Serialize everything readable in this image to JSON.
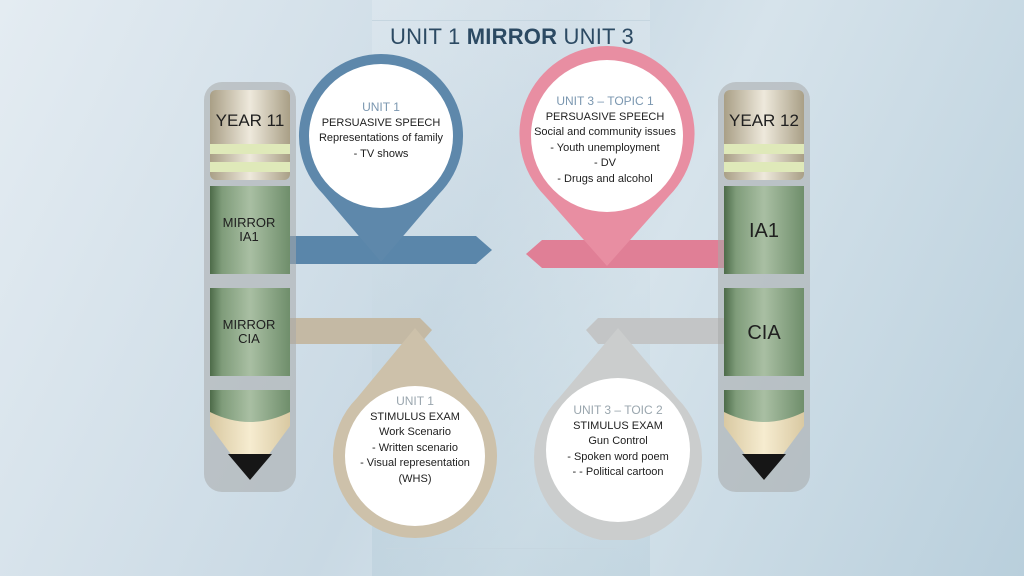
{
  "title": {
    "prefix": "UNIT 1 ",
    "bold": "MIRROR",
    "suffix": " UNIT 3"
  },
  "left_pencil": {
    "year": "YEAR 11",
    "box1": [
      "MIRROR",
      "IA1"
    ],
    "box2": [
      "MIRROR",
      "CIA"
    ]
  },
  "right_pencil": {
    "year": "YEAR 12",
    "box1": "IA1",
    "box2": "CIA"
  },
  "pins": {
    "unit1_speech": {
      "head": "UNIT 1",
      "lines": [
        "PERSUASIVE SPEECH",
        "Representations of family",
        "-   TV shows"
      ]
    },
    "unit3_speech": {
      "head": "UNIT 3 – TOPIC 1",
      "lines": [
        "PERSUASIVE SPEECH",
        "Social and community issues",
        "-   Youth unemployment",
        "-   DV",
        "-   Drugs and alcohol"
      ]
    },
    "unit1_exam": {
      "head": "UNIT 1",
      "lines": [
        "STIMULUS EXAM",
        "Work Scenario",
        "-   Written scenario",
        "-   Visual representation",
        "(WHS)"
      ]
    },
    "unit3_exam": {
      "head": "UNIT 3 – TOIC 2",
      "lines": [
        "STIMULUS EXAM",
        "Gun Control",
        "-   Spoken word poem",
        "-   - Political cartoon"
      ]
    }
  },
  "colors": {
    "blue": "#5e88ab",
    "pink": "#e4899e",
    "tan": "#cbbfa8",
    "gray": "#c9cbcc",
    "pencil_green": "#8fa98a"
  }
}
